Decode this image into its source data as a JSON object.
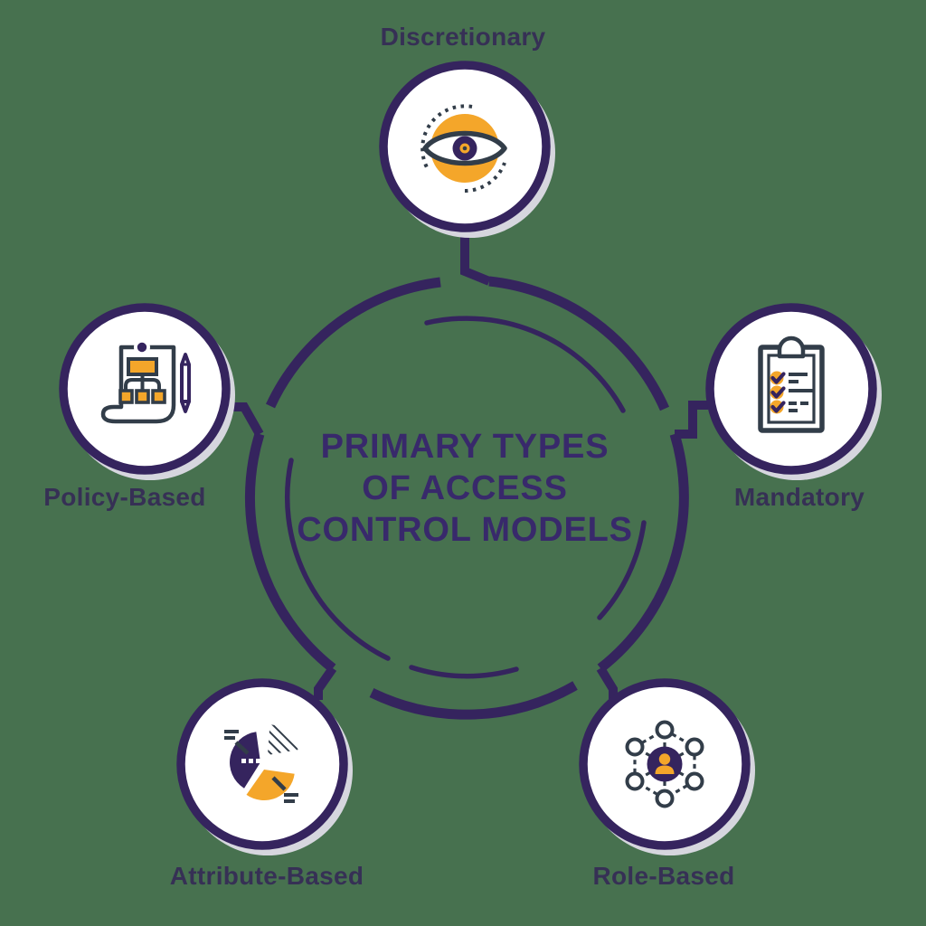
{
  "title": {
    "line1": "PRIMARY TYPES",
    "line2": "OF ACCESS",
    "line3": "CONTROL MODELS"
  },
  "nodes": [
    {
      "id": "discretionary",
      "label": "Discretionary",
      "icon": "eye-icon",
      "position": "top"
    },
    {
      "id": "policy-based",
      "label": "Policy-Based",
      "icon": "flowchart-scroll-icon",
      "position": "left"
    },
    {
      "id": "mandatory",
      "label": "Mandatory",
      "icon": "checklist-clipboard-icon",
      "position": "right"
    },
    {
      "id": "attribute-based",
      "label": "Attribute-Based",
      "icon": "pie-chart-icon",
      "position": "bottom-left"
    },
    {
      "id": "role-based",
      "label": "Role-Based",
      "icon": "user-network-icon",
      "position": "bottom-right"
    }
  ],
  "colors": {
    "background": "#47714F",
    "primary_purple": "#35245E",
    "accent_yellow": "#F4A62A",
    "icon_stroke": "#323D49",
    "title_text": "#38296B",
    "label_text": "#363055",
    "shadow": "#D6D6DE",
    "white": "#FFFFFF"
  }
}
